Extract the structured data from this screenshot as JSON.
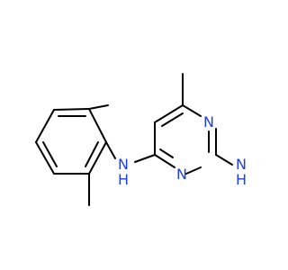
{
  "molecule": {
    "atoms": {
      "ring_n_top": "N",
      "ring_n_bottom": "N",
      "amine_nh": "N",
      "amine_h": "H",
      "amino_n": "N",
      "amino_h": "H"
    }
  },
  "colors": {
    "bond": "#000000",
    "heteroatom": "#1f3fe0",
    "background": "#ffffff"
  }
}
